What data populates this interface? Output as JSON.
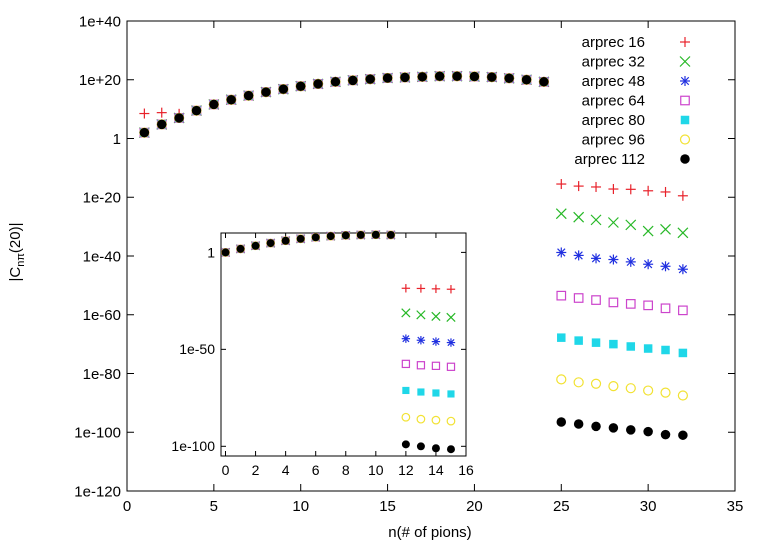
{
  "chart_data": [
    {
      "type": "scatter",
      "xlabel": "n(# of pions)",
      "ylabel": "|C",
      "ylabel_sub": "nπ",
      "ylabel_tail": "(20)|",
      "y_scale": "log",
      "xlim": [
        0,
        35
      ],
      "ylim_exp": [
        -120,
        40
      ],
      "x_ticks": [
        "0",
        "5",
        "10",
        "15",
        "20",
        "25",
        "30",
        "35"
      ],
      "y_ticks": [
        "1e-120",
        "1e-100",
        "1e-80",
        "1e-60",
        "1e-40",
        "1e-20",
        "1",
        "1e+20",
        "1e+40"
      ],
      "legend_position": "top-right",
      "series": [
        {
          "name": "arprec 16",
          "marker": "plus",
          "color": "#e8212a",
          "x": [
            1,
            2,
            3,
            4,
            5,
            6,
            7,
            8,
            9,
            10,
            11,
            12,
            13,
            14,
            15,
            16,
            17,
            18,
            19,
            20,
            21,
            22,
            23,
            24,
            25,
            26,
            27,
            28,
            29,
            30,
            31,
            32
          ],
          "log10_y": [
            8.5,
            8.8,
            8.4,
            9.5,
            11.6,
            13.2,
            14.6,
            15.8,
            16.8,
            17.8,
            18.6,
            19.3,
            19.8,
            20.2,
            20.6,
            20.8,
            21.0,
            21.2,
            21.2,
            21.1,
            20.9,
            20.5,
            20.0,
            19.3,
            -15.5,
            -16.2,
            -16.5,
            -17.2,
            -17.3,
            -17.8,
            -18.2,
            -19.5
          ]
        },
        {
          "name": "arprec 32",
          "marker": "cross",
          "color": "#27b827",
          "x": [
            1,
            2,
            3,
            4,
            5,
            6,
            7,
            8,
            9,
            10,
            11,
            12,
            13,
            14,
            15,
            16,
            17,
            18,
            19,
            20,
            21,
            22,
            23,
            24,
            25,
            26,
            27,
            28,
            29,
            30,
            31,
            32
          ],
          "log10_y": [
            2.0,
            4.8,
            7.0,
            9.5,
            11.6,
            13.2,
            14.6,
            15.8,
            16.8,
            17.8,
            18.6,
            19.3,
            19.8,
            20.2,
            20.6,
            20.8,
            21.0,
            21.2,
            21.2,
            21.1,
            20.9,
            20.5,
            20.0,
            19.3,
            -25.6,
            -26.8,
            -27.7,
            -28.6,
            -29.4,
            -31.5,
            -30.9,
            -32.1
          ]
        },
        {
          "name": "arprec 48",
          "marker": "star",
          "color": "#2030e0",
          "x": [
            1,
            2,
            3,
            4,
            5,
            6,
            7,
            8,
            9,
            10,
            11,
            12,
            13,
            14,
            15,
            16,
            17,
            18,
            19,
            20,
            21,
            22,
            23,
            24,
            25,
            26,
            27,
            28,
            29,
            30,
            31,
            32
          ],
          "log10_y": [
            2.0,
            4.8,
            7.0,
            9.5,
            11.6,
            13.2,
            14.6,
            15.8,
            16.8,
            17.8,
            18.6,
            19.3,
            19.8,
            20.2,
            20.6,
            20.8,
            21.0,
            21.2,
            21.2,
            21.1,
            20.9,
            20.5,
            20.0,
            19.3,
            -38.8,
            -39.8,
            -40.8,
            -41.2,
            -42.0,
            -42.8,
            -43.5,
            -44.5
          ]
        },
        {
          "name": "arprec 64",
          "marker": "square-open",
          "color": "#cc44cc",
          "x": [
            1,
            2,
            3,
            4,
            5,
            6,
            7,
            8,
            9,
            10,
            11,
            12,
            13,
            14,
            15,
            16,
            17,
            18,
            19,
            20,
            21,
            22,
            23,
            24,
            25,
            26,
            27,
            28,
            29,
            30,
            31,
            32
          ],
          "log10_y": [
            2.0,
            4.8,
            7.0,
            9.5,
            11.6,
            13.2,
            14.6,
            15.8,
            16.8,
            17.8,
            18.6,
            19.3,
            19.8,
            20.2,
            20.6,
            20.8,
            21.0,
            21.2,
            21.2,
            21.1,
            20.9,
            20.5,
            20.0,
            19.3,
            -53.5,
            -54.3,
            -55.0,
            -55.8,
            -56.3,
            -56.8,
            -57.8,
            -58.5
          ]
        },
        {
          "name": "arprec 80",
          "marker": "square-filled",
          "color": "#1fd7e8",
          "x": [
            1,
            2,
            3,
            4,
            5,
            6,
            7,
            8,
            9,
            10,
            11,
            12,
            13,
            14,
            15,
            16,
            17,
            18,
            19,
            20,
            21,
            22,
            23,
            24,
            25,
            26,
            27,
            28,
            29,
            30,
            31,
            32
          ],
          "log10_y": [
            2.0,
            4.8,
            7.0,
            9.5,
            11.6,
            13.2,
            14.6,
            15.8,
            16.8,
            17.8,
            18.6,
            19.3,
            19.8,
            20.2,
            20.6,
            20.8,
            21.0,
            21.2,
            21.2,
            21.1,
            20.9,
            20.5,
            20.0,
            19.3,
            -67.8,
            -68.8,
            -69.5,
            -70.0,
            -70.8,
            -71.5,
            -72.0,
            -73.0
          ]
        },
        {
          "name": "arprec 96",
          "marker": "circle-open",
          "color": "#f2e233",
          "x": [
            1,
            2,
            3,
            4,
            5,
            6,
            7,
            8,
            9,
            10,
            11,
            12,
            13,
            14,
            15,
            16,
            17,
            18,
            19,
            20,
            21,
            22,
            23,
            24,
            25,
            26,
            27,
            28,
            29,
            30,
            31,
            32
          ],
          "log10_y": [
            2.0,
            4.8,
            7.0,
            9.5,
            11.6,
            13.2,
            14.6,
            15.8,
            16.8,
            17.8,
            18.6,
            19.3,
            19.8,
            20.2,
            20.6,
            20.8,
            21.0,
            21.2,
            21.2,
            21.1,
            20.9,
            20.5,
            20.0,
            19.3,
            -82.0,
            -83.0,
            -83.5,
            -84.3,
            -85.0,
            -85.8,
            -86.5,
            -87.5
          ]
        },
        {
          "name": "arprec 112",
          "marker": "circle-filled",
          "color": "#000000",
          "x": [
            1,
            2,
            3,
            4,
            5,
            6,
            7,
            8,
            9,
            10,
            11,
            12,
            13,
            14,
            15,
            16,
            17,
            18,
            19,
            20,
            21,
            22,
            23,
            24,
            25,
            26,
            27,
            28,
            29,
            30,
            31,
            32
          ],
          "log10_y": [
            2.0,
            4.8,
            7.0,
            9.5,
            11.6,
            13.2,
            14.6,
            15.8,
            16.8,
            17.8,
            18.6,
            19.3,
            19.8,
            20.2,
            20.6,
            20.8,
            21.0,
            21.2,
            21.2,
            21.1,
            20.9,
            20.5,
            20.0,
            19.3,
            -96.5,
            -97.2,
            -98.0,
            -98.5,
            -99.2,
            -99.8,
            -100.8,
            -101.0
          ]
        }
      ]
    },
    {
      "type": "scatter",
      "role": "inset",
      "y_scale": "log",
      "xlim": [
        -0.3,
        16
      ],
      "ylim_exp": [
        -105,
        10
      ],
      "x_ticks": [
        "0",
        "2",
        "4",
        "6",
        "8",
        "10",
        "12",
        "14",
        "16"
      ],
      "y_ticks": [
        "1e-100",
        "1e-50",
        "1"
      ],
      "series": [
        {
          "name": "arprec 16",
          "x": [
            0,
            1,
            2,
            3,
            4,
            5,
            6,
            7,
            8,
            9,
            10,
            11,
            12,
            13,
            14,
            15
          ],
          "log10_y": [
            0,
            1.8,
            3.4,
            4.8,
            6.0,
            7.0,
            7.8,
            8.4,
            8.8,
            9.0,
            9.1,
            9.0,
            -18.5,
            -18.6,
            -18.8,
            -19.0
          ]
        },
        {
          "name": "arprec 32",
          "x": [
            0,
            1,
            2,
            3,
            4,
            5,
            6,
            7,
            8,
            9,
            10,
            11,
            12,
            13,
            14,
            15
          ],
          "log10_y": [
            0,
            1.8,
            3.4,
            4.8,
            6.0,
            7.0,
            7.8,
            8.4,
            8.8,
            9.0,
            9.1,
            9.0,
            -31.2,
            -32.2,
            -33.0,
            -33.5
          ]
        },
        {
          "name": "arprec 48",
          "x": [
            0,
            1,
            2,
            3,
            4,
            5,
            6,
            7,
            8,
            9,
            10,
            11,
            12,
            13,
            14,
            15
          ],
          "log10_y": [
            0,
            1.8,
            3.4,
            4.8,
            6.0,
            7.0,
            7.8,
            8.4,
            8.8,
            9.0,
            9.1,
            9.0,
            -44.5,
            -45.3,
            -46.0,
            -46.5
          ]
        },
        {
          "name": "arprec 64",
          "x": [
            0,
            1,
            2,
            3,
            4,
            5,
            6,
            7,
            8,
            9,
            10,
            11,
            12,
            13,
            14,
            15
          ],
          "log10_y": [
            0,
            1.8,
            3.4,
            4.8,
            6.0,
            7.0,
            7.8,
            8.4,
            8.8,
            9.0,
            9.1,
            9.0,
            -57.5,
            -58.2,
            -58.5,
            -59.0
          ]
        },
        {
          "name": "arprec 80",
          "x": [
            0,
            1,
            2,
            3,
            4,
            5,
            6,
            7,
            8,
            9,
            10,
            11,
            12,
            13,
            14,
            15
          ],
          "log10_y": [
            0,
            1.8,
            3.4,
            4.8,
            6.0,
            7.0,
            7.8,
            8.4,
            8.8,
            9.0,
            9.1,
            9.0,
            -71.2,
            -72.0,
            -72.5,
            -73.0
          ]
        },
        {
          "name": "arprec 96",
          "x": [
            0,
            1,
            2,
            3,
            4,
            5,
            6,
            7,
            8,
            9,
            10,
            11,
            12,
            13,
            14,
            15
          ],
          "log10_y": [
            0,
            1.8,
            3.4,
            4.8,
            6.0,
            7.0,
            7.8,
            8.4,
            8.8,
            9.0,
            9.1,
            9.0,
            -85.0,
            -86.0,
            -86.5,
            -87.0
          ]
        },
        {
          "name": "arprec 112",
          "x": [
            0,
            1,
            2,
            3,
            4,
            5,
            6,
            7,
            8,
            9,
            10,
            11,
            12,
            13,
            14,
            15
          ],
          "log10_y": [
            0,
            1.8,
            3.4,
            4.8,
            6.0,
            7.0,
            7.8,
            8.4,
            8.8,
            9.0,
            9.1,
            9.0,
            -99.0,
            -100.0,
            -101.0,
            -101.5
          ]
        }
      ]
    }
  ]
}
